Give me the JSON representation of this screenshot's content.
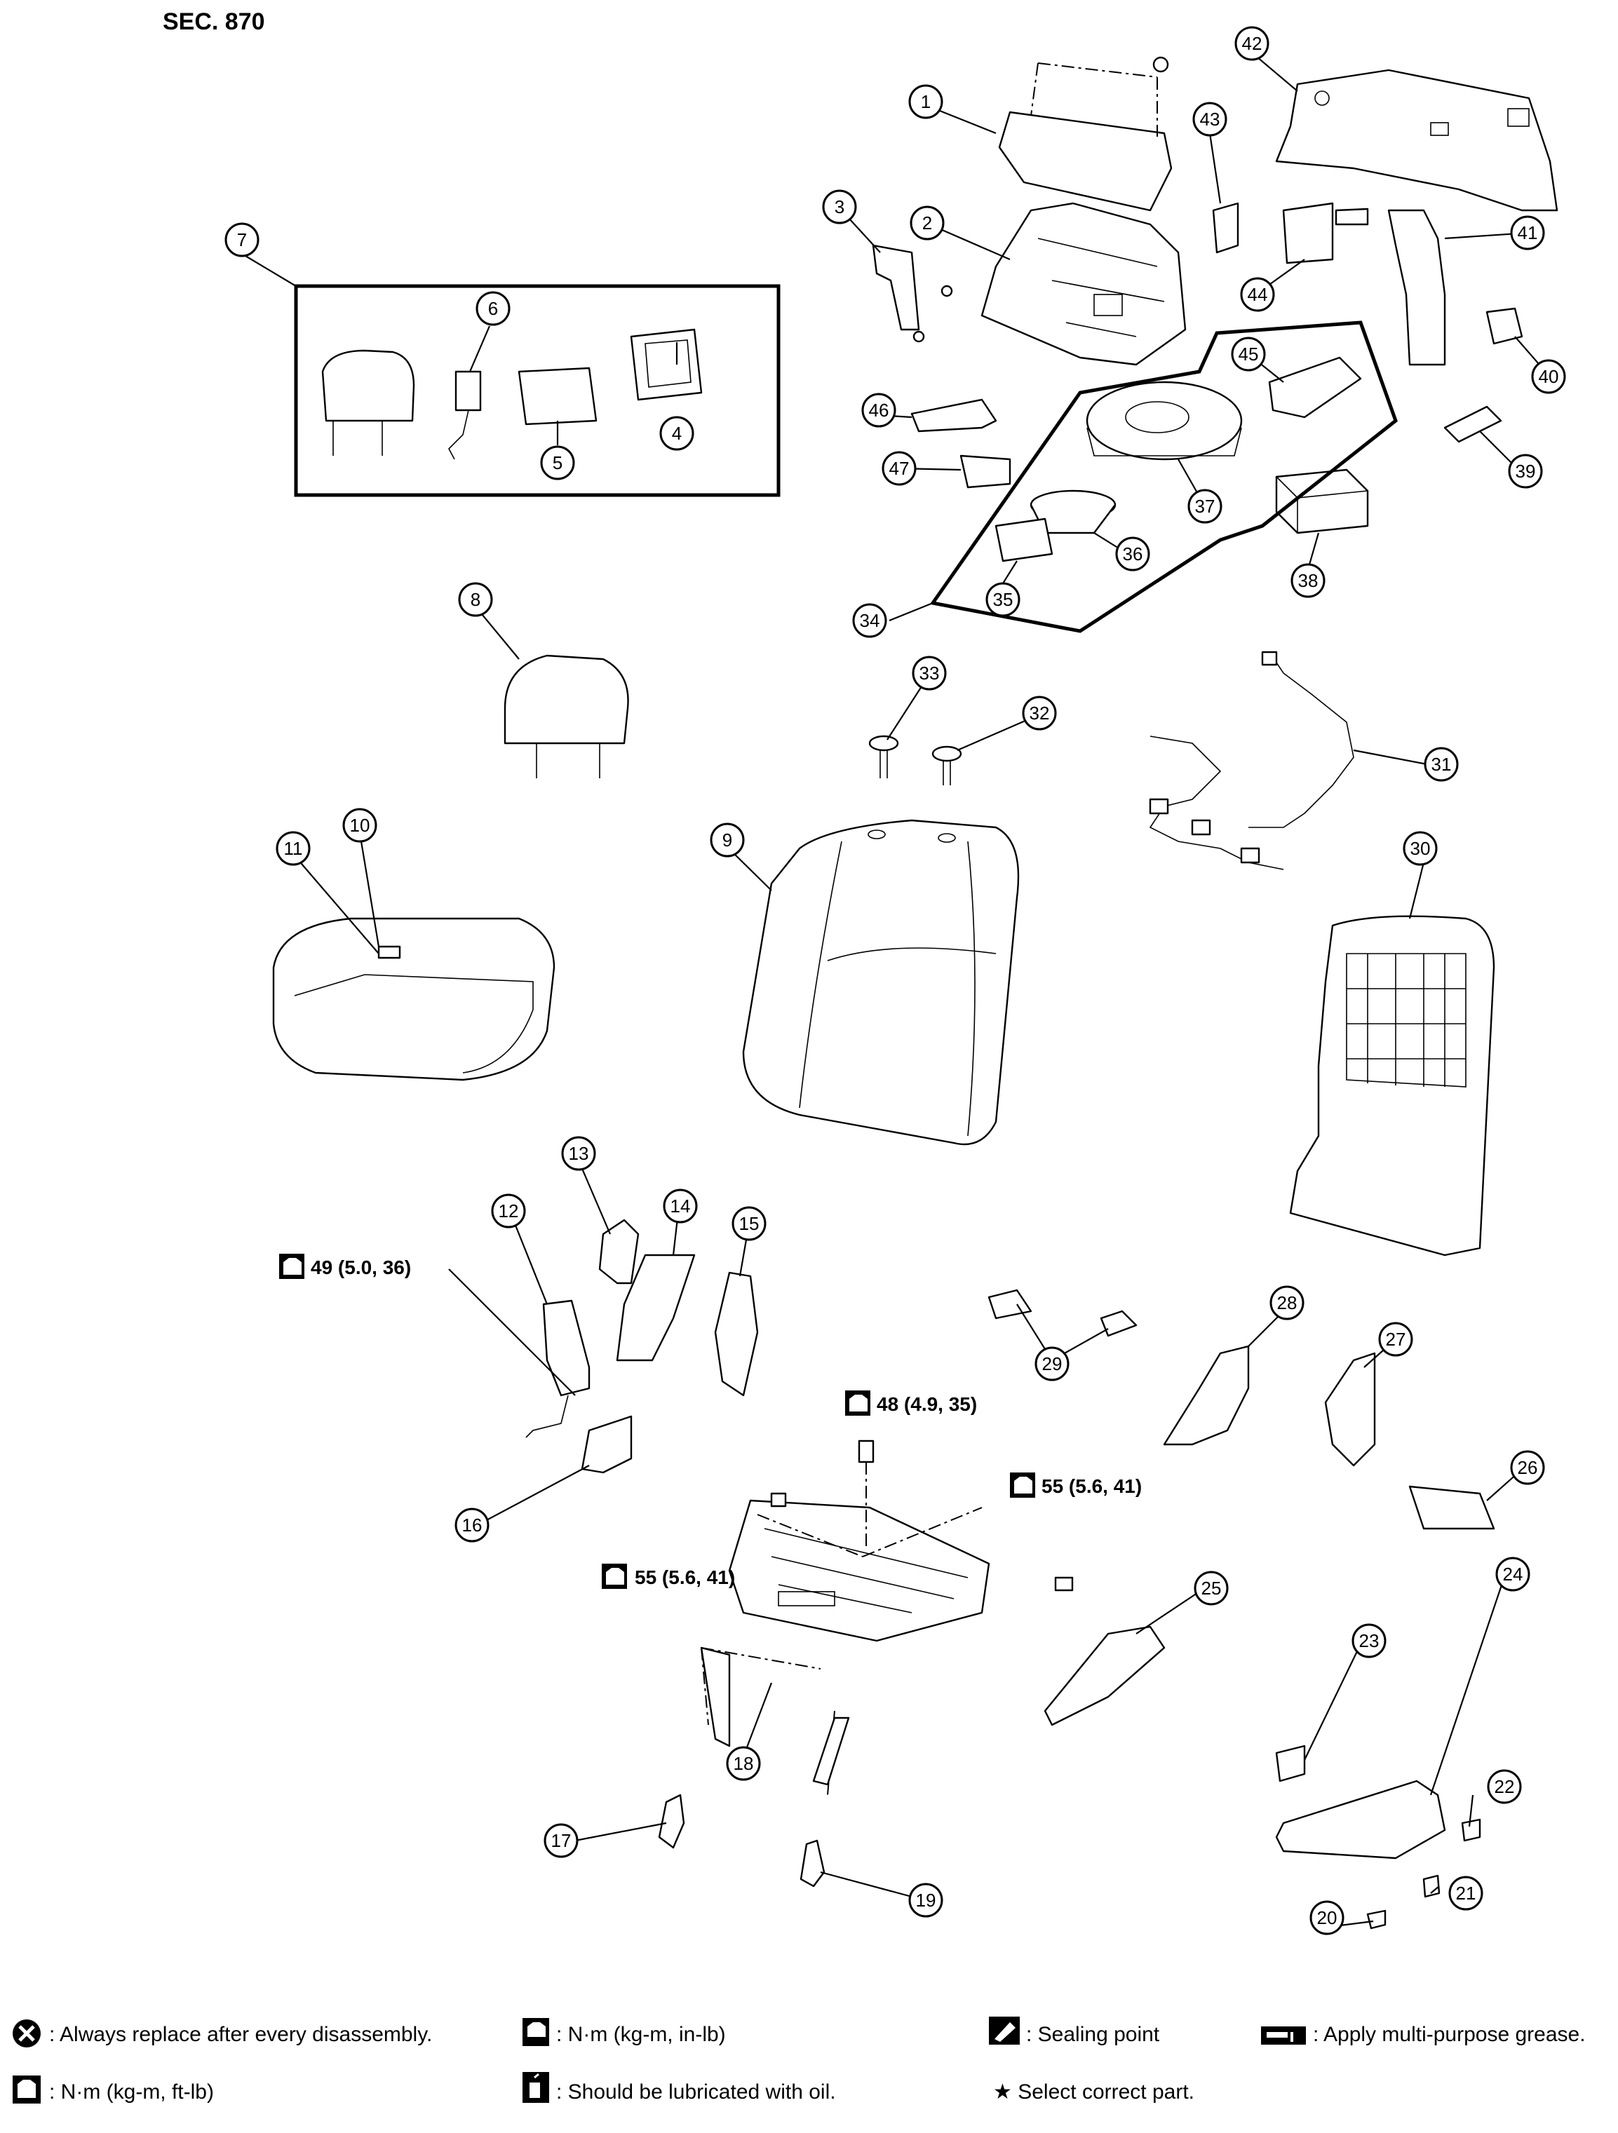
{
  "section_label": "SEC. 870",
  "parts": [
    {
      "id": "1"
    },
    {
      "id": "2"
    },
    {
      "id": "3"
    },
    {
      "id": "4"
    },
    {
      "id": "5"
    },
    {
      "id": "6"
    },
    {
      "id": "7"
    },
    {
      "id": "8"
    },
    {
      "id": "9"
    },
    {
      "id": "10"
    },
    {
      "id": "11"
    },
    {
      "id": "12"
    },
    {
      "id": "13"
    },
    {
      "id": "14"
    },
    {
      "id": "15"
    },
    {
      "id": "16"
    },
    {
      "id": "17"
    },
    {
      "id": "18"
    },
    {
      "id": "19"
    },
    {
      "id": "20"
    },
    {
      "id": "21"
    },
    {
      "id": "22"
    },
    {
      "id": "23"
    },
    {
      "id": "24"
    },
    {
      "id": "25"
    },
    {
      "id": "26"
    },
    {
      "id": "27"
    },
    {
      "id": "28"
    },
    {
      "id": "29"
    },
    {
      "id": "30"
    },
    {
      "id": "31"
    },
    {
      "id": "32"
    },
    {
      "id": "33"
    },
    {
      "id": "34"
    },
    {
      "id": "35"
    },
    {
      "id": "36"
    },
    {
      "id": "37"
    },
    {
      "id": "38"
    },
    {
      "id": "39"
    },
    {
      "id": "40"
    },
    {
      "id": "41"
    },
    {
      "id": "42"
    },
    {
      "id": "43"
    },
    {
      "id": "44"
    },
    {
      "id": "45"
    },
    {
      "id": "46"
    },
    {
      "id": "47"
    }
  ],
  "torque_specs": [
    {
      "text": "49 (5.0, 36)",
      "icon": "torque-ft-lb-icon"
    },
    {
      "text": "48 (4.9, 35)",
      "icon": "torque-ft-lb-icon"
    },
    {
      "text": "55 (5.6, 41)",
      "icon": "torque-ft-lb-icon"
    },
    {
      "text": "55 (5.6, 41)",
      "icon": "torque-ft-lb-icon"
    }
  ],
  "legend": [
    {
      "icon": "always-replace-icon",
      "text": ": Always replace after every disassembly."
    },
    {
      "icon": "torque-in-lb-icon",
      "text": ": N·m (kg-m, in-lb)"
    },
    {
      "icon": "sealing-point-icon",
      "text": ": Sealing point"
    },
    {
      "icon": "grease-icon",
      "text": ": Apply multi-purpose grease."
    },
    {
      "icon": "torque-ft-lb-icon",
      "text": ": N·m (kg-m, ft-lb)"
    },
    {
      "icon": "oil-lubricate-icon",
      "text": ": Should be lubricated with oil."
    },
    {
      "icon": "star-icon",
      "text": "★ Select correct part."
    }
  ]
}
